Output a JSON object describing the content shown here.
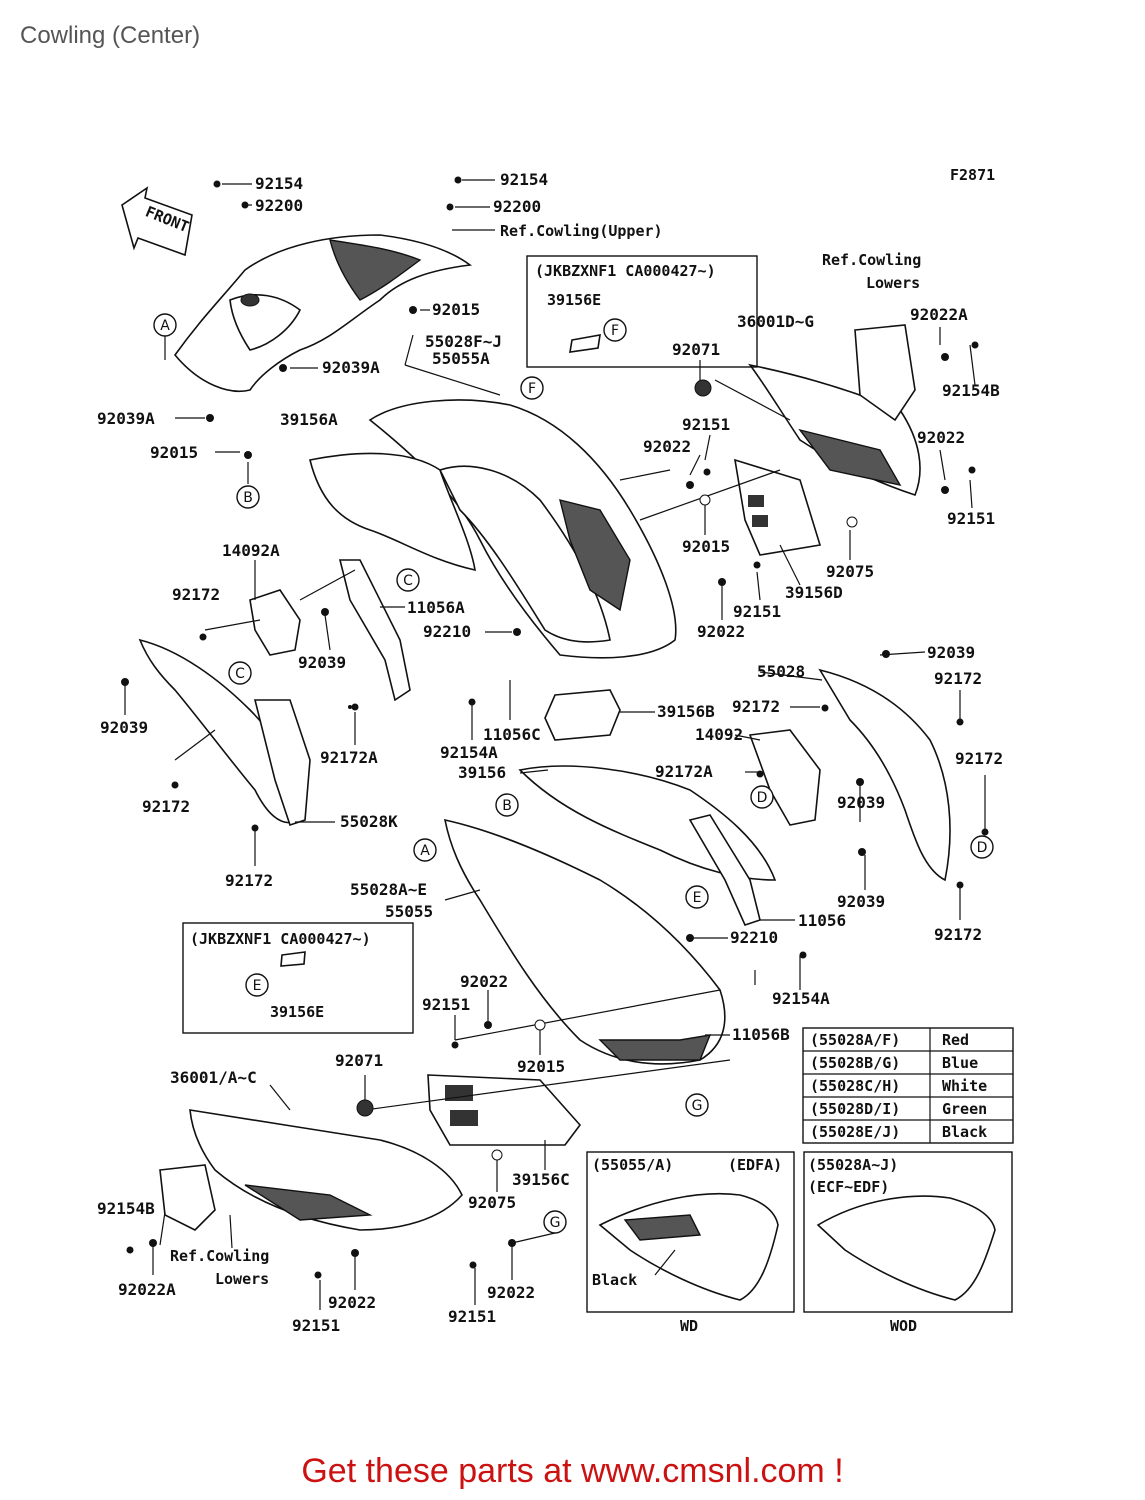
{
  "page": {
    "title": "Cowling (Center)",
    "figure_code": "F2871",
    "front_arrow": "FRONT",
    "footer": "Get these parts at www.cmsnl.com !"
  },
  "refs": {
    "upper": "Ref.Cowling(Upper)",
    "lowers_top_1": "Ref.Cowling",
    "lowers_top_2": "Lowers",
    "lowers_bottom_1": "Ref.Cowling",
    "lowers_bottom_2": "Lowers"
  },
  "note_boxes": [
    {
      "title": "(JKBZXNF1 CA000427~)",
      "part": "39156E",
      "ref": "F"
    },
    {
      "title": "(JKBZXNF1 CA000427~)",
      "part": "39156E",
      "ref": "E"
    }
  ],
  "circle_refs": [
    "A",
    "B",
    "C",
    "D",
    "E",
    "F",
    "G"
  ],
  "part_labels": [
    "92154",
    "92200",
    "92154",
    "92200",
    "92015",
    "55028F~J",
    "55055A",
    "92039A",
    "92039A",
    "92015",
    "39156A",
    "36001D~G",
    "92071",
    "92022A",
    "92154B",
    "92151",
    "92022",
    "92022",
    "92151",
    "92015",
    "92075",
    "39156D",
    "92151",
    "92022",
    "14092A",
    "92172",
    "11056A",
    "92210",
    "92039",
    "92039",
    "92172A",
    "92154A",
    "11056C",
    "39156B",
    "55028",
    "92039",
    "92172",
    "92172",
    "14092",
    "92172A",
    "92172",
    "92039",
    "39156",
    "55028K",
    "92172",
    "92172",
    "92039",
    "11056",
    "92172",
    "55028A~E",
    "55055",
    "92210",
    "92154A",
    "92022",
    "92151",
    "92015",
    "11056B",
    "92071",
    "36001/A~C",
    "39156C",
    "92075",
    "92154B",
    "92022A",
    "92022",
    "92151",
    "92022",
    "92151"
  ],
  "color_table": {
    "rows": [
      {
        "code": "(55028A/F)",
        "color": "Red"
      },
      {
        "code": "(55028B/G)",
        "color": "Blue"
      },
      {
        "code": "(55028C/H)",
        "color": "White"
      },
      {
        "code": "(55028D/I)",
        "color": "Green"
      },
      {
        "code": "(55028E/J)",
        "color": "Black"
      }
    ]
  },
  "variant_boxes": [
    {
      "head_left": "(55055/A)",
      "head_right": "(EDFA)",
      "callout": "Black",
      "caption": "WD"
    },
    {
      "head_left": "(55028A~J)",
      "head_right": "(ECF~EDF)",
      "callout": "",
      "caption": "WOD"
    }
  ]
}
